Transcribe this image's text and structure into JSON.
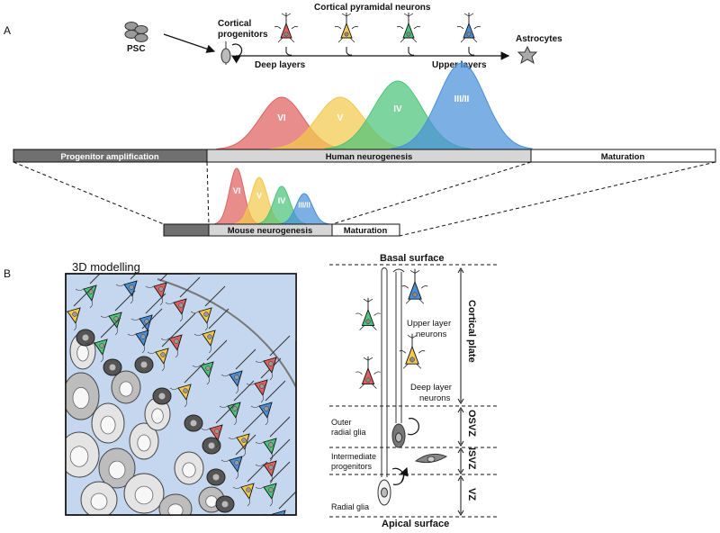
{
  "panel_a": {
    "letter": "A",
    "psc": "PSC",
    "progenitors": [
      "Cortical",
      "progenitors"
    ],
    "pyramidal_title": "Cortical pyramidal neurons",
    "deep_layers": "Deep layers",
    "upper_layers": "Upper layers",
    "astrocytes": "Astrocytes",
    "human_curves": [
      "VI",
      "V",
      "IV",
      "III/II"
    ],
    "mouse_curves": [
      "VI",
      "V",
      "IV",
      "III/II"
    ],
    "human_bar": [
      "Progenitor amplification",
      "Human neurogenesis",
      "Maturation"
    ],
    "mouse_bar": [
      "Mouse neurogenesis",
      "Maturation"
    ],
    "layer_colors": {
      "VI": "#e06060",
      "V": "#f2c94c",
      "IV": "#4cc47a",
      "III/II": "#4a90d9"
    }
  },
  "panel_b": {
    "letter": "B",
    "modelling_title": "3D modelling",
    "basal_surface": "Basal surface",
    "apical_surface": "Apical surface",
    "upper_layer_neurons": [
      "Upper layer",
      "neurons"
    ],
    "deep_layer_neurons": [
      "Deep layer",
      "neurons"
    ],
    "outer_radial_glia": [
      "Outer",
      "radial glia"
    ],
    "intermediate_progenitors": [
      "Intermediate",
      "progenitors"
    ],
    "radial_glia": "Radial glia",
    "zones": [
      "Cortical plate",
      "OSVZ",
      "ISVZ",
      "VZ"
    ]
  }
}
